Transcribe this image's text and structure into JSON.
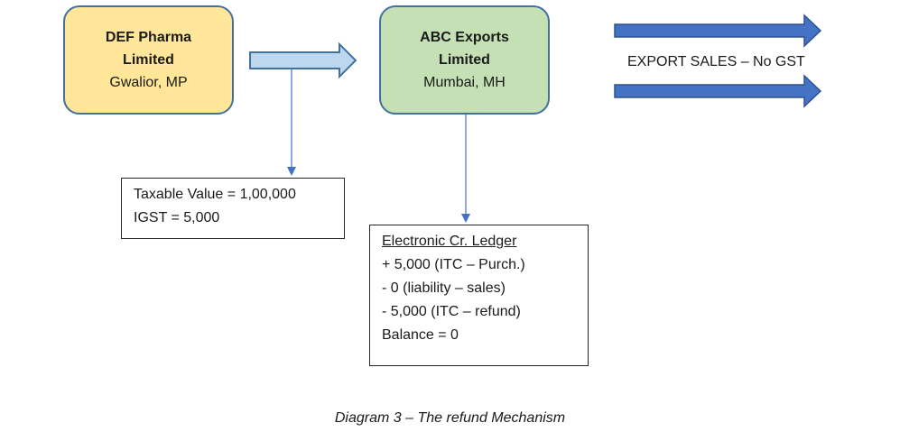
{
  "nodes": {
    "def_pharma": {
      "name_line1": "DEF Pharma",
      "name_line2": "Limited",
      "location": "Gwalior, MP",
      "fill": "#ffe699"
    },
    "abc_exports": {
      "name_line1": "ABC Exports",
      "name_line2": "Limited",
      "location": "Mumbai, MH",
      "fill": "#c5e0b4"
    }
  },
  "purchase_note": {
    "line1": "Taxable Value = 1,00,000",
    "line2": "IGST = 5,000"
  },
  "ledger_note": {
    "heading": "Electronic Cr. Ledger",
    "lines": [
      "+ 5,000 (ITC – Purch.)",
      "- 0 (liability – sales)",
      "- 5,000 (ITC – refund)",
      "Balance = 0"
    ]
  },
  "export_label": "EXPORT SALES – No GST",
  "caption": "Diagram 3 – The refund Mechanism",
  "colors": {
    "border_blue": "#41719c",
    "connector_blue": "#4472c4",
    "export_arrow_fill": "#4472c4",
    "supply_arrow_fill": "#bdd7ee"
  }
}
